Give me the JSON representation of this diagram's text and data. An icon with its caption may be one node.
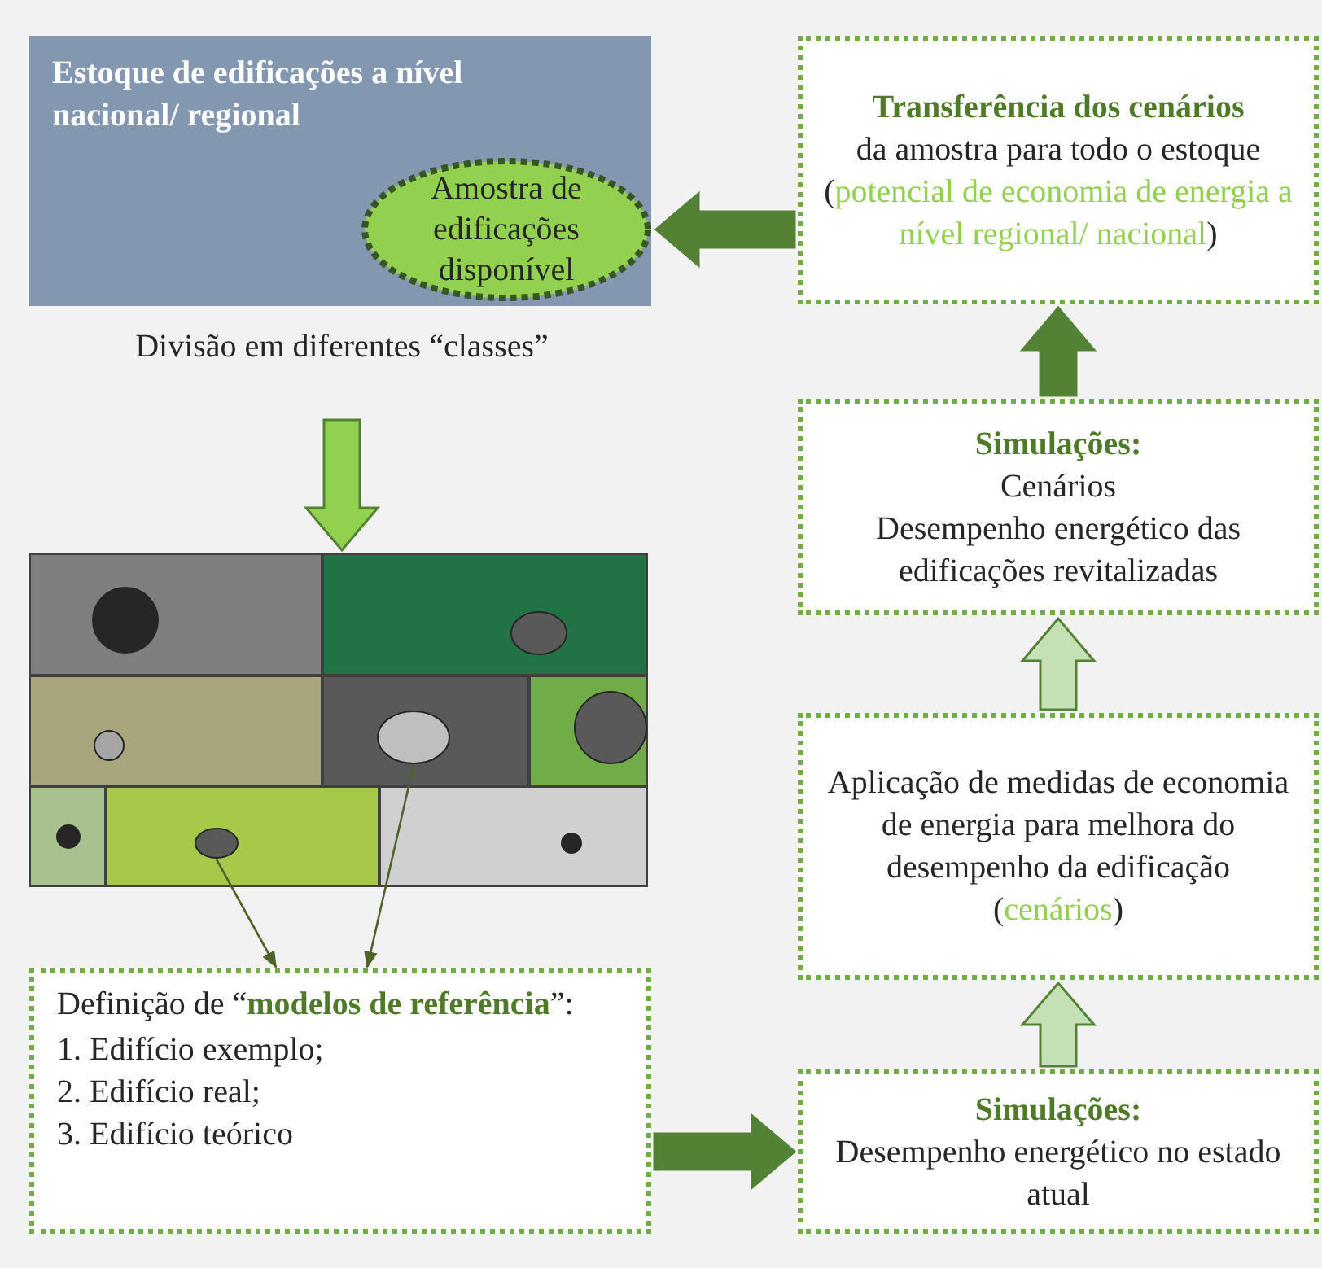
{
  "diagram": {
    "nodes": [
      {
        "text": [
          "Estoque de edificações a nível nacional/ regional"
        ]
      },
      {
        "text": [
          "Amostra de edificações disponível"
        ],
        "in": 0
      },
      {
        "text": [
          "Divisão em diferentes “classes”"
        ]
      },
      {
        "text": [],
        "shape": "box"
      },
      {
        "text": [],
        "shape": "circle",
        "in": 3
      },
      {
        "text": [],
        "shape": "circle",
        "in": 3
      },
      {
        "text": [
          "Definição de “**modelos de referência**”:",
          "1. Edifício exemplo;",
          "2. Edifício real;",
          "3. Edifício teórico"
        ]
      },
      {
        "text": [
          "Simulações:",
          "Desempenho energético no estado atual"
        ]
      },
      {
        "text": [
          "Aplicação de medidas de economia de energia para melhora do desempenho da edificação",
          "(cenários)"
        ]
      },
      {
        "text": [
          "Simulações:",
          "Cenários",
          "Desempenho energético das edificações revitalizadas"
        ]
      },
      {
        "text": [
          "Transferência dos cenários",
          "da amostra para todo o estoque",
          "(potencial de economia de energia a nível regional/ nacional)"
        ]
      }
    ],
    "edges": [
      {
        "from": 2,
        "to": 3,
        "arrow": "to",
        "style": "thick",
        "color": "#92d050"
      },
      {
        "from": 4,
        "to": 6,
        "arrow": "to",
        "color": "#4f6228"
      },
      {
        "from": 5,
        "to": 6,
        "arrow": "to",
        "color": "#4f6228"
      },
      {
        "from": 6,
        "to": 7,
        "arrow": "to",
        "style": "thick",
        "color": "#548235"
      },
      {
        "from": 7,
        "to": 8,
        "arrow": "to",
        "style": "thick",
        "color": "#c5e0b4"
      },
      {
        "from": 8,
        "to": 9,
        "arrow": "to",
        "style": "thick",
        "color": "#c5e0b4"
      },
      {
        "from": 9,
        "to": 10,
        "arrow": "to",
        "style": "thick",
        "color": "#548235"
      },
      {
        "from": 10,
        "to": 1,
        "arrow": "to",
        "style": "thick",
        "color": "#548235"
      }
    ]
  }
}
